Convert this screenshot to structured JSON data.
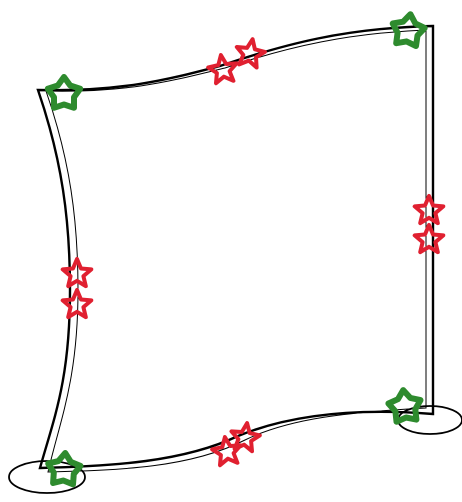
{
  "diagram": {
    "background_color": "#ffffff",
    "outline_color": "#000000",
    "shadow_outline_color": "#555555",
    "corner_marker": {
      "icon": "star-icon",
      "color": "#2e8b2e",
      "count": 4
    },
    "edge_marker": {
      "icon": "star-icon",
      "color": "#e02030",
      "count": 8
    },
    "edges": [
      {
        "name": "top-edge",
        "paired_markers": 2
      },
      {
        "name": "right-edge",
        "paired_markers": 2
      },
      {
        "name": "bottom-edge",
        "paired_markers": 2
      },
      {
        "name": "left-edge",
        "paired_markers": 2
      }
    ]
  }
}
